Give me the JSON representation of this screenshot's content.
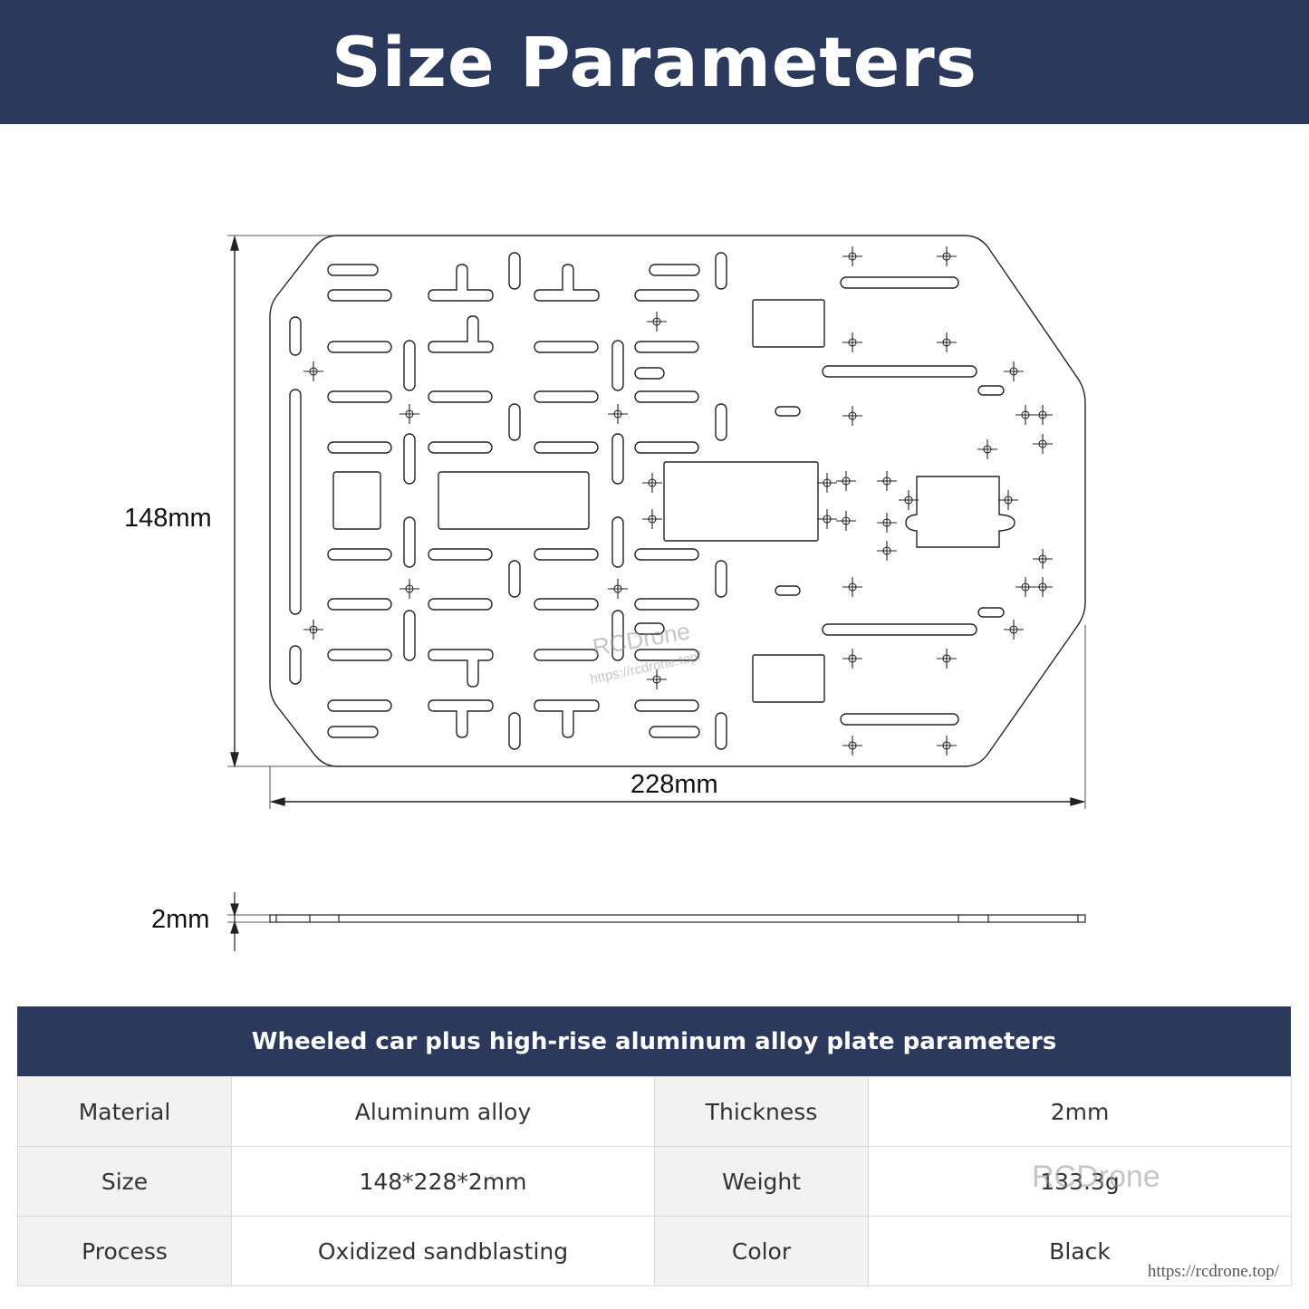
{
  "title": "Size Parameters",
  "dimensions": {
    "height_label": "148mm",
    "width_label": "228mm",
    "thickness_label": "2mm"
  },
  "watermark": {
    "brand": "RCDrone",
    "url": "https://rcdrone.top/"
  },
  "table": {
    "header": "Wheeled car plus high-rise aluminum alloy plate parameters",
    "rows": [
      {
        "key1": "Material",
        "val1": "Aluminum alloy",
        "key2": "Thickness",
        "val2": "2mm"
      },
      {
        "key1": "Size",
        "val1": "148*228*2mm",
        "key2": "Weight",
        "val2": "133.3g"
      },
      {
        "key1": "Process",
        "val1": "Oxidized sandblasting",
        "key2": "Color",
        "val2": "Black"
      }
    ]
  }
}
